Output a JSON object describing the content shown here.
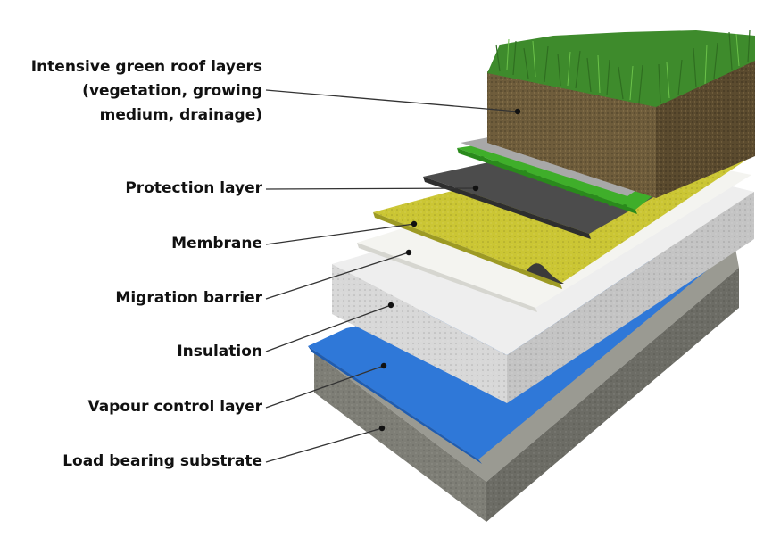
{
  "labels": {
    "green_roof": [
      "Intensive green roof layers",
      "(vegetation, growing",
      "medium, drainage)"
    ],
    "protection": "Protection layer",
    "membrane": "Membrane",
    "migration": "Migration barrier",
    "insulation": "Insulation",
    "vapour": "Vapour control layer",
    "substrate": "Load bearing substrate"
  },
  "colors": {
    "concrete": "#8a8a82",
    "vapour": "#2f78d8",
    "insulation": "#e6e6e6",
    "migration": "#f2f2ee",
    "membrane": "#c9c431",
    "protection": "#4a4a4a",
    "drainage": "#3fae2a",
    "soil": "#6b5a3a",
    "grass": "#3e8b2c"
  }
}
